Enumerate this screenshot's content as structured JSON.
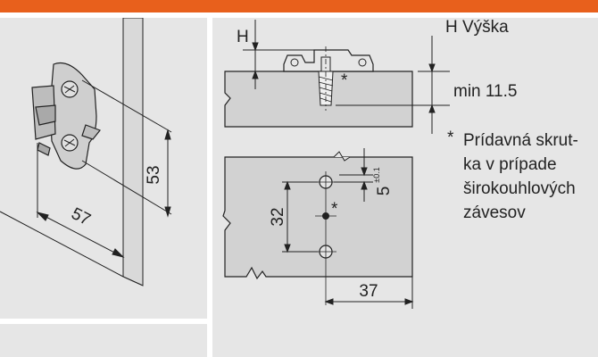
{
  "labels": {
    "height_symbol": "H",
    "height_legend": "H Výška",
    "min_thickness": "min 11.5",
    "asterisk": "*",
    "note_lines": [
      "Prídavná skrut-",
      "ka v prípade",
      "širokouhlových",
      "závesov"
    ]
  },
  "dimensions": {
    "mount_height": "53",
    "edge_distance": "57",
    "hole_spacing": "32",
    "hole_offset": "5",
    "hole_offset_tolerance": "±0.1",
    "hole_distance": "37"
  },
  "colors": {
    "accent": "#e8601c",
    "panel_bg": "#e6e6e6",
    "board_fill": "#d2d2d2",
    "line": "#222222"
  }
}
